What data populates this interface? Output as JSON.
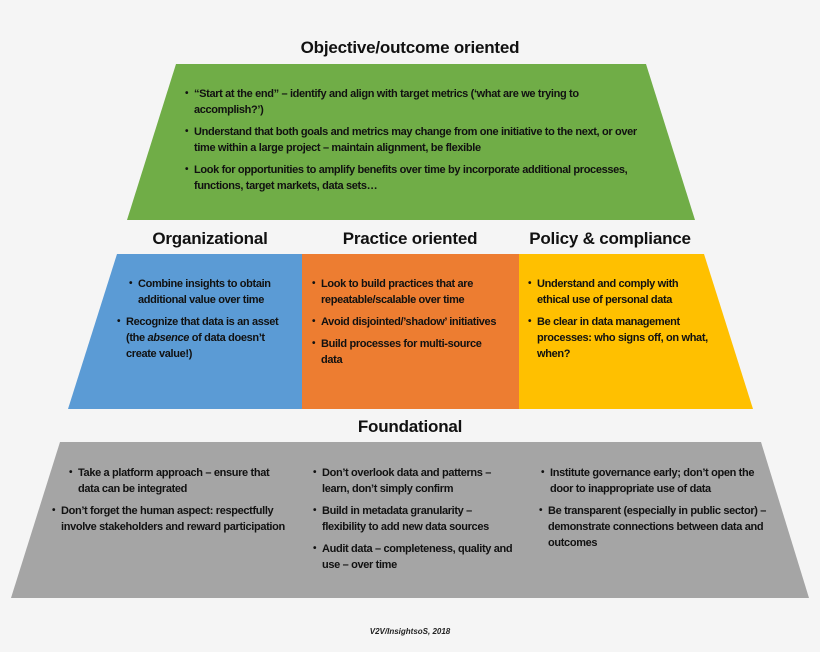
{
  "colors": {
    "background": "#f5f5f5",
    "objective": "#70ad47",
    "organizational": "#5b9bd5",
    "practice": "#ed7d31",
    "policy": "#ffc000",
    "foundational": "#a5a5a5"
  },
  "objective": {
    "title": "Objective/outcome oriented",
    "bullets": [
      "“Start at the end” – identify and align with target metrics (‘what are we trying to accomplish?’)",
      "Understand that both goals and metrics may change from one initiative to the next, or over time within a large project – maintain alignment, be flexible",
      "Look for opportunities to amplify benefits over time by incorporate additional processes, functions, target markets, data sets…"
    ]
  },
  "organizational": {
    "title": "Organizational",
    "bullets": [
      "Combine insights to obtain additional value over time",
      {
        "before": "Recognize that data is an asset (the ",
        "emph": "absence",
        "after": " of data doesn’t create value!)"
      }
    ]
  },
  "practice": {
    "title": "Practice oriented",
    "bullets": [
      "Look to build practices that are repeatable/scalable over time",
      "Avoid disjointed/’shadow’ initiatives",
      "Build processes for multi-source data"
    ]
  },
  "policy": {
    "title": "Policy & compliance",
    "bullets": [
      "Understand and comply with ethical use of personal data",
      "Be clear in data management processes: who signs off, on what, when?"
    ]
  },
  "foundational": {
    "title": "Foundational",
    "col1": [
      "Take a platform approach – ensure that data can be integrated",
      "Don’t forget the human aspect: respectfully involve stakeholders and reward participation"
    ],
    "col2": [
      "Don’t overlook data and patterns – learn, don’t simply confirm",
      "Build in metadata granularity – flexibility to add new data sources",
      "Audit data – completeness, quality and use – over time"
    ],
    "col3": [
      "Institute governance early; don’t open the door to inappropriate use of data",
      "Be transparent (especially in public sector) – demonstrate connections between data and outcomes"
    ]
  },
  "footer": "V2V/InsightsoS, 2018"
}
